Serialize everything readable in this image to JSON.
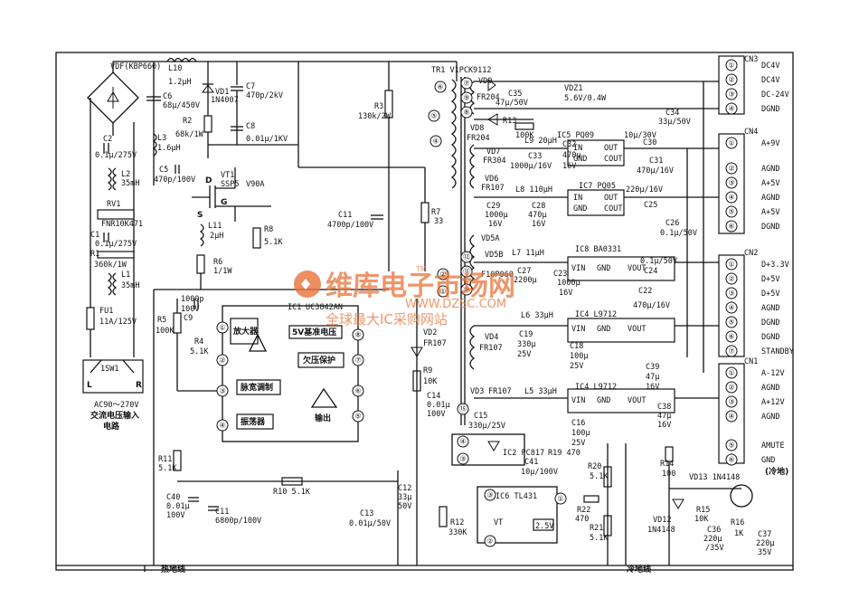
{
  "components": {
    "vdf": "VDF(KBP660)",
    "l10": "L10",
    "l10v": "1.2μH",
    "c6": "C6",
    "c6v": "68μ/450V",
    "vd1": "VD1",
    "vd1v": "1N4007",
    "c7": "C7",
    "c7v": "470p/2kV",
    "c8": "C8",
    "c8v": "0.01μ/1KV",
    "r2": "R2",
    "r2v": "68k/1W",
    "r3": "R3",
    "r3v": "130k/2W",
    "tr1": "TR1 V1PCK9112",
    "c2": "C2",
    "c2v": "0.1μ/275V",
    "l3": "L3",
    "l3v": "1.6μH",
    "l2": "L2",
    "l2v": "35mH",
    "c5": "C5",
    "c5v": "470p/100V",
    "vt1": "VT1",
    "vt1v": "SSP5",
    "v90a": "V90A",
    "rv1": "RV1",
    "rv1v": "FNR10K471",
    "c1": "C1",
    "c1v": "0.1μ/275V",
    "r1": "R1",
    "r1v": "360k/1W",
    "l1": "L1",
    "l1v": "35mH",
    "l11": "L11",
    "l11v": "2μH",
    "r6": "R6",
    "r6v": "1/1W",
    "r8": "R8",
    "r8v": "5.1K",
    "c11a": "C11",
    "c11av": "4700p/100V",
    "r7": "R7",
    "r7v": "33",
    "fu1": "FU1",
    "fu1v": "11A/125V",
    "r5": "R5",
    "r5v": "100K",
    "c9": "C9",
    "c9v": "1000p",
    "c9v2": "100V",
    "r4": "R4",
    "r4v": "5.1K",
    "ic1": "IC1",
    "ic1v": "UC3842AN",
    "amp": "放大器",
    "ref": "5V基准电压",
    "uvp": "欠压保护",
    "pwm": "脉宽调制",
    "osc": "振荡器",
    "out": "输出",
    "sw1": "1SW1",
    "ac": "AC90～270V",
    "acin": "交流电压输入",
    "acin2": "电路",
    "vd2": "VD2",
    "vd2v": "FR107",
    "r9": "R9",
    "r9v": "10K",
    "c14": "C14",
    "c14v": "0.01μ",
    "c14v2": "100V",
    "r11": "R11",
    "r11v": "5.1K",
    "c40": "C40",
    "c40v": "0.01μ",
    "c40v2": "100V",
    "c11b": "C11",
    "c11bv": "6800p/100V",
    "r10": "R10 5.1K",
    "c12": "C12",
    "c12v": "33μ",
    "c12v2": "50V",
    "c13": "C13",
    "c13v": "0.01μ/50V",
    "r12": "R12",
    "r12v": "330K",
    "hotgnd": "热地线",
    "coldgnd": "冷地线",
    "vd9": "VD9",
    "vd9v": "FR204",
    "c35": "C35",
    "c35v": "47μ/50V",
    "vdz1": "VDZ1",
    "vdz1v": "5.6V/0.4W",
    "c34": "C34",
    "c34v": "33μ/50V",
    "vd8": "VD8",
    "vd8v": "FR204",
    "r13": "R13",
    "r13v": "100K",
    "l9": "L9 20μH",
    "ic5": "IC5 PQ09",
    "c32": "C32",
    "c32v": "470μ",
    "c32v2": "16V",
    "c30": "C30",
    "c30v": "10μ/30V",
    "vd7": "VD7",
    "vd7v": "FR304",
    "c33": "C33",
    "c33v": "1000μ/16V",
    "c31": "C31",
    "c31v": "470μ/16V",
    "vd6": "VD6",
    "vd6v": "FR107",
    "l8": "L8 110μH",
    "ic7": "IC7 PQ05",
    "c29": "C29",
    "c29v": "1000μ",
    "c29v2": "16V",
    "c28": "C28",
    "c28v": "470μ",
    "c28v2": "16V",
    "c27v": "220μ/16V",
    "c25": "C25",
    "c26": "C26",
    "c26v": "0.1μ/50V",
    "vd5a": "VD5A",
    "vd5b": "VD5B",
    "f10p": "F10P060",
    "l7": "L7 11μH",
    "ic8": "IC8 BA0331",
    "c27": "C27",
    "c27b": "2200μ",
    "c23": "C23",
    "c23v": "1000μ",
    "c23v2": "16V",
    "c24": "C24",
    "c24v": "0.1μ/50V",
    "c22": "C22",
    "c22v": "470μ/16V",
    "vd4": "VD4",
    "vd4v": "FR107",
    "c19": "C19",
    "c19v": "330μ",
    "c19v2": "25V",
    "l6": "L6 33μH",
    "ic4a": "IC4 L9712",
    "c18": "C18",
    "c18v": "100μ",
    "c18v2": "25V",
    "vd3": "VD3",
    "vd3v": "FR107",
    "l5": "L5 33μH",
    "ic4b": "IC4 L9712",
    "c15": "C15",
    "c15v": "330μ/25V",
    "c16": "C16",
    "c16v": "100μ",
    "c16v2": "25V",
    "c39": "C39",
    "c39v": "47μ",
    "c39v2": "16V",
    "c38": "C38",
    "c38v": "47μ",
    "c38v2": "16V",
    "ic2": "IC2 PC817",
    "r19": "R19 470",
    "c41": "C41",
    "c41v": "10μ/100V",
    "ic6": "IC6 TL431",
    "vt": "VT",
    "v25": "2.5V",
    "r20": "R20",
    "r20v": "5.1K",
    "r22": "R22",
    "r22v": "470",
    "r21": "R21",
    "r21v": "5.1K",
    "r14": "R14",
    "r14v": "100",
    "vd13": "VD13 1N4148",
    "vd12": "VD12",
    "vd12v": "1N4148",
    "r15": "R15",
    "r15v": "10K",
    "c36": "C36",
    "c36v": "220μ",
    "c36v2": "/35V",
    "r16": "R16",
    "r16v": "1K",
    "c37": "C37",
    "c37v": "220μ",
    "c37v2": "35V"
  },
  "connectors": {
    "cn3": {
      "name": "CN3",
      "labels": [
        "DC4V",
        "DC4V",
        "DC-24V",
        "DGND"
      ]
    },
    "cn4": {
      "name": "CN4",
      "labels": [
        "A+9V",
        "AGND",
        "A+5V",
        "AGND",
        "A+5V",
        "DGND"
      ]
    },
    "cn2": {
      "name": "CN2",
      "labels": [
        "D+3.3V",
        "D+5V",
        "D+5V",
        "AGND",
        "DGND",
        "DGND",
        "STANDBY"
      ]
    },
    "cn1": {
      "name": "CN1",
      "labels": [
        "A-12V",
        "AGND",
        "A+12V",
        "AGND",
        "AMUTE",
        "GND",
        "(冷地)"
      ]
    }
  },
  "ic_pins": {
    "vin": "VIN",
    "gnd": "GND",
    "vout": "VOUT",
    "in": "IN",
    "out": "OUT",
    "cout": "COUT"
  },
  "watermark": {
    "brand": "维库电子市场网",
    "tm": "TM",
    "url": "WWW.DZSC.COM",
    "slogan": "全球最大IC采购网站"
  },
  "colors": {
    "ink": "#111111",
    "watermark": "#e8733a"
  }
}
